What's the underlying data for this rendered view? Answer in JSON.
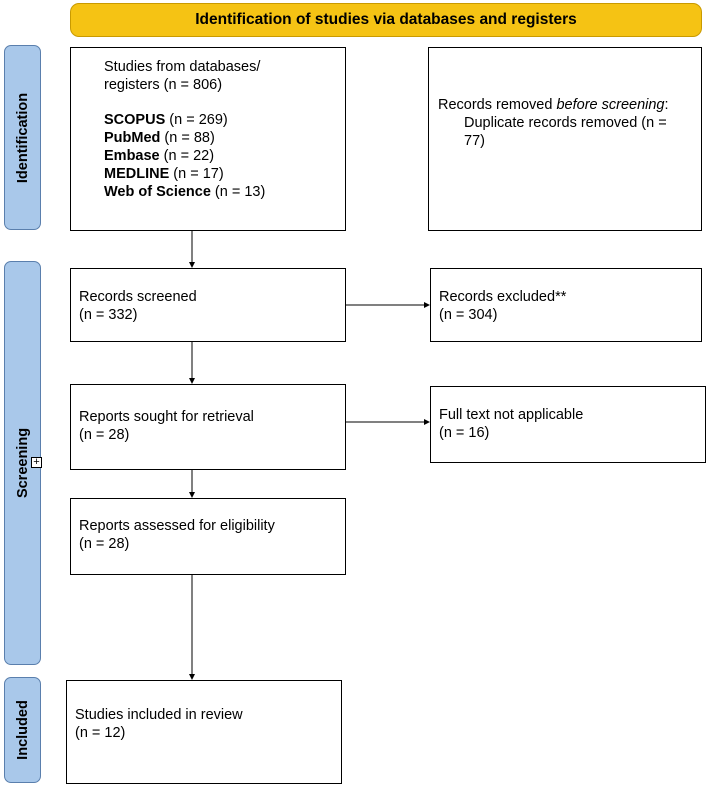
{
  "header": {
    "title": "Identification of studies via databases and registers"
  },
  "phases": {
    "identification": "Identification",
    "screening": "Screening",
    "included": "Included"
  },
  "boxes": {
    "databases": {
      "intro": "Studies from databases/\nregisters (n = 806)",
      "sources": [
        {
          "name": "SCOPUS",
          "count": " (n = 269)"
        },
        {
          "name": "PubMed",
          "count": " (n = 88)"
        },
        {
          "name": "Embase",
          "count": " (n = 22)"
        },
        {
          "name": "MEDLINE",
          "count": " (n = 17)"
        },
        {
          "name": "Web of Science",
          "count": " (n = 13)"
        }
      ]
    },
    "removed": {
      "lead": "Records removed ",
      "lead_em": "before screening",
      "lead_end": ":",
      "detail": "Duplicate records removed  (n = 77)"
    },
    "screened": "Records screened\n(n = 332)",
    "excluded": "Records excluded**\n(n = 304)",
    "sought": "Reports sought for retrieval\n(n = 28)",
    "not_applicable": "Full text not applicable\n(n = 16)",
    "assessed": "Reports assessed for eligibility\n(n = 28)",
    "included": "Studies included in review\n(n = 12)"
  },
  "icons": {
    "expand": "plus-box-icon"
  }
}
